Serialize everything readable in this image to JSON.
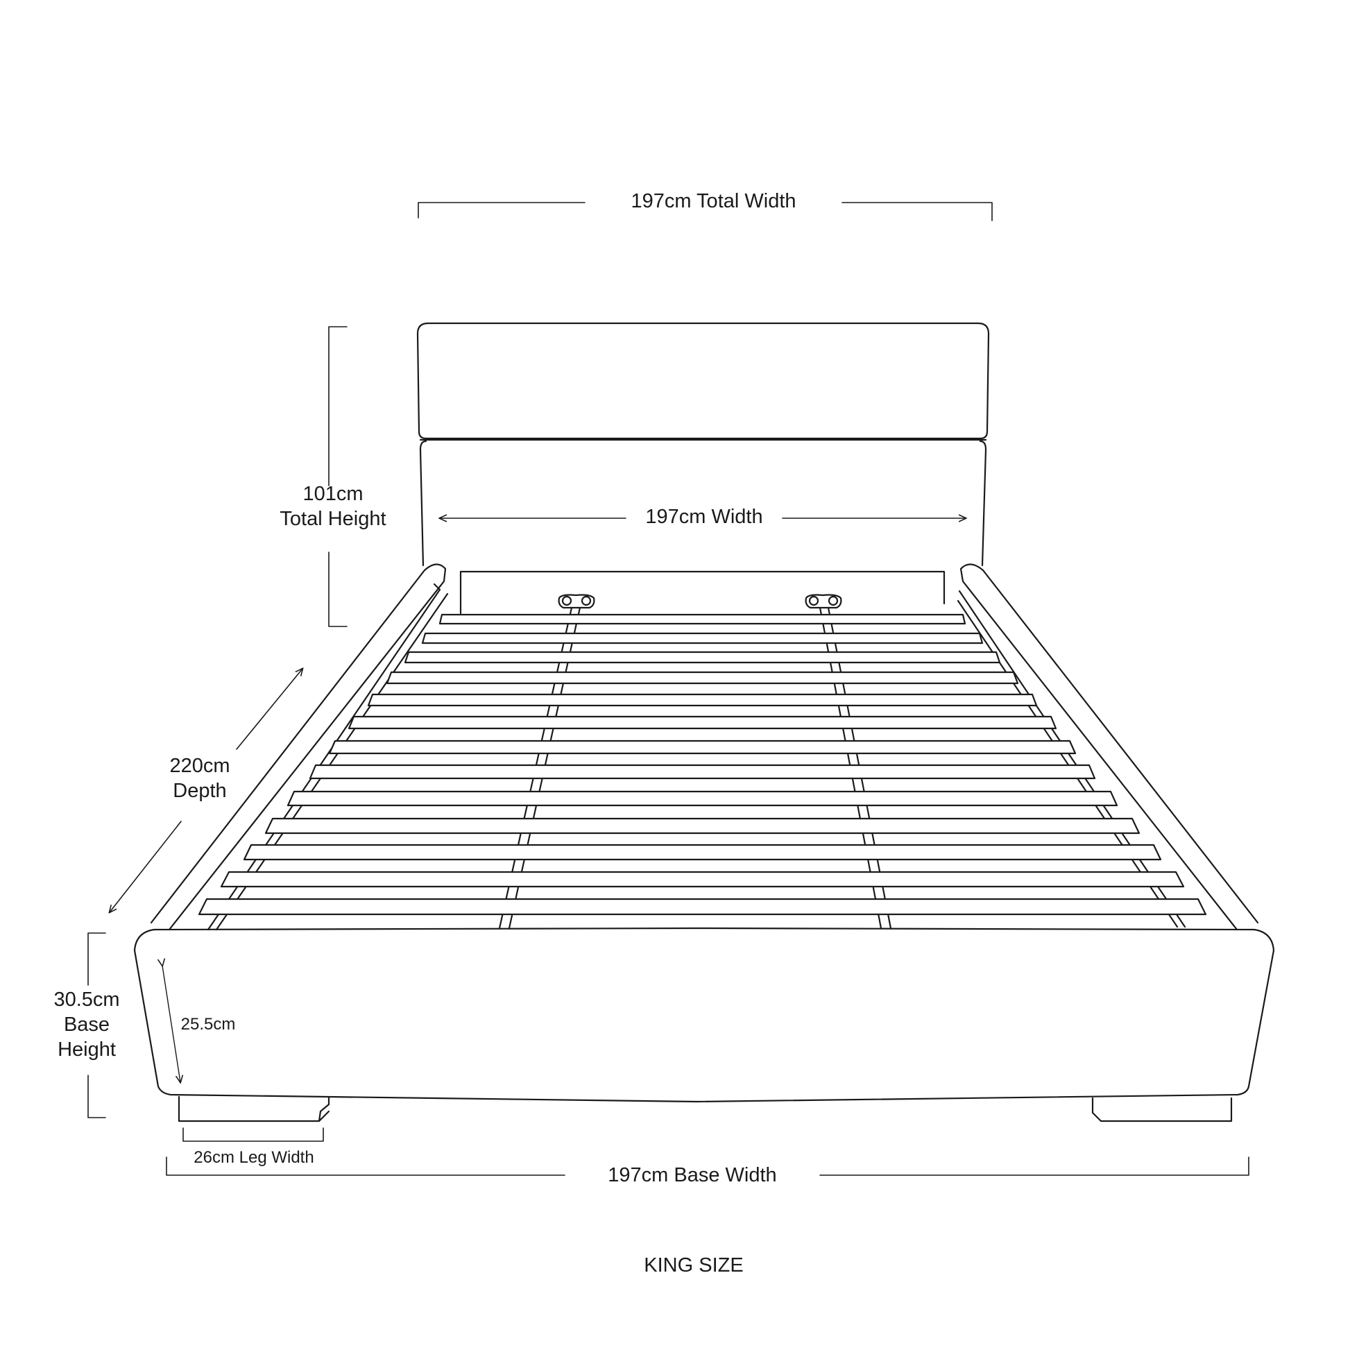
{
  "labels": {
    "total_width": "197cm Total Width",
    "total_height_value": "101cm",
    "total_height_text": "Total Height",
    "inner_width": "197cm Width",
    "depth_value": "220cm",
    "depth_text": "Depth",
    "base_height_value": "30.5cm",
    "base_height_text_1": "Base",
    "base_height_text_2": "Height",
    "side_height": "25.5cm",
    "leg_width": "26cm Leg Width",
    "base_width": "197cm Base Width",
    "size": "KING SIZE"
  },
  "colors": {
    "line": "#1a1a1a",
    "background": "#ffffff"
  }
}
